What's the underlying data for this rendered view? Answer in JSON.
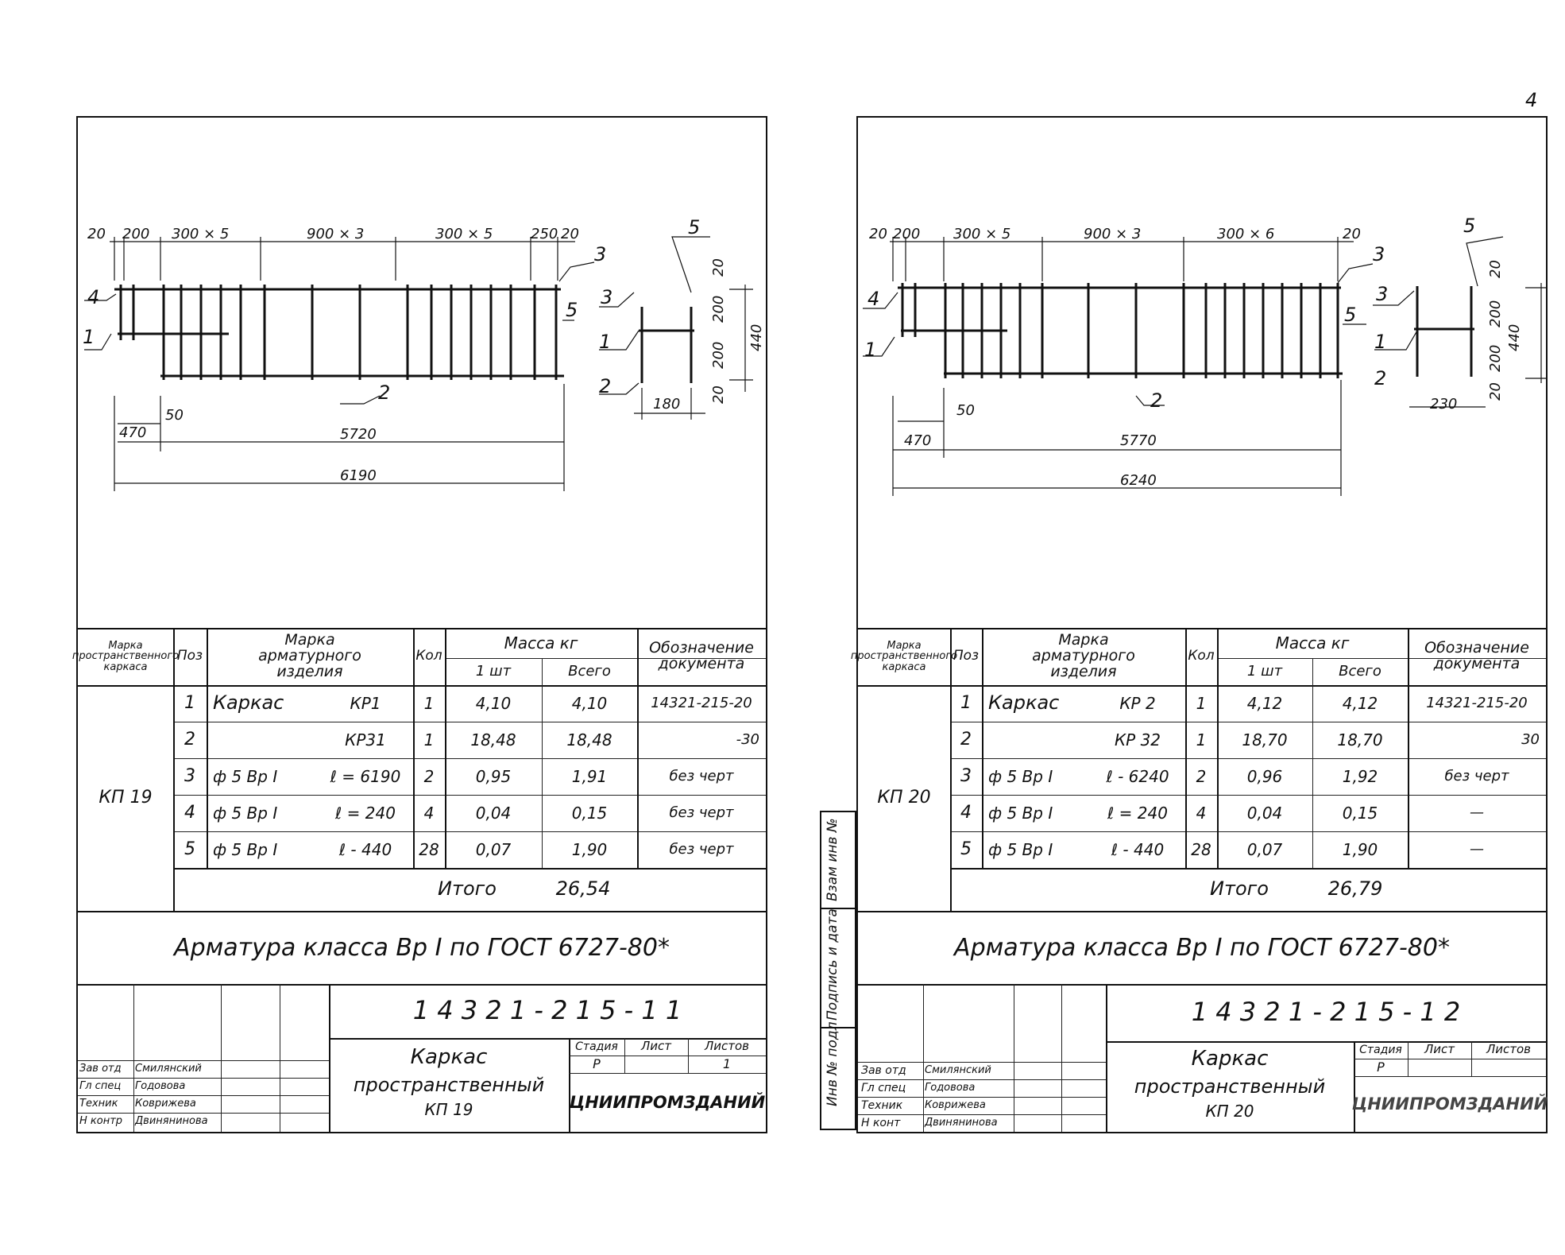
{
  "page_number": "4",
  "sheets": [
    {
      "id": "left",
      "drawing": {
        "dims_top": [
          "20",
          "200",
          "300 × 5",
          "900 × 3",
          "300 × 5",
          "250",
          "20"
        ],
        "dims_bottom": [
          "50",
          "470",
          "5720",
          "6190"
        ],
        "section_dims": [
          "20",
          "200",
          "200",
          "20",
          "440",
          "180"
        ],
        "callouts": [
          "1",
          "2",
          "3",
          "4",
          "5",
          "1",
          "2",
          "3",
          "5"
        ]
      },
      "spec": {
        "headers": {
          "mark": "Марка пространственного каркаса",
          "pos": "Поз",
          "item": "Марка арматурного изделия",
          "qty": "Кол",
          "mass": "Масса кг",
          "mass_unit": "1 шт",
          "mass_total": "Всего",
          "doc": "Обозначение документа"
        },
        "frame_mark": "КП 19",
        "rows": [
          {
            "pos": "1",
            "item": "Каркас",
            "item_mark": "КР1",
            "qty": "1",
            "unit": "4,10",
            "total": "4,10",
            "doc": "14321-215-20"
          },
          {
            "pos": "2",
            "item": "",
            "item_mark": "КР31",
            "qty": "1",
            "unit": "18,48",
            "total": "18,48",
            "doc": "-30"
          },
          {
            "pos": "3",
            "item": "ф 5 Вр I",
            "item_mark": "ℓ = 6190",
            "qty": "2",
            "unit": "0,95",
            "total": "1,91",
            "doc": "без черт"
          },
          {
            "pos": "4",
            "item": "ф 5 Вр I",
            "item_mark": "ℓ = 240",
            "qty": "4",
            "unit": "0,04",
            "total": "0,15",
            "doc": "без черт"
          },
          {
            "pos": "5",
            "item": "ф 5 Вр I",
            "item_mark": "ℓ - 440",
            "qty": "28",
            "unit": "0,07",
            "total": "1,90",
            "doc": "без черт"
          }
        ],
        "total_label": "Итого",
        "total_value": "26,54"
      },
      "note": "Арматура класса Вр I по ГОСТ 6727-80*",
      "title_block": {
        "code": "1 4 3 2 1 - 2 1 5 - 1 1",
        "title_line1": "Каркас",
        "title_line2": "пространственный",
        "title_line3": "КП 19",
        "stage_label": "Стадия",
        "sheet_label": "Лист",
        "sheets_label": "Листов",
        "stage": "Р",
        "sheets_count": "1",
        "org": "ЦНИИПРОМЗДАНИЙ",
        "staff": [
          {
            "role": "Зав отд",
            "name": "Смилянский"
          },
          {
            "role": "Гл спец",
            "name": "Годовова"
          },
          {
            "role": "Техник",
            "name": "Коврижева"
          },
          {
            "role": "Н контр",
            "name": "Двинянинова"
          }
        ]
      }
    },
    {
      "id": "right",
      "drawing": {
        "dims_top": [
          "20",
          "200",
          "300 × 5",
          "900 × 3",
          "300 × 6",
          "20"
        ],
        "dims_bottom": [
          "50",
          "470",
          "5770",
          "6240"
        ],
        "section_dims": [
          "20",
          "200",
          "200",
          "20",
          "440",
          "230"
        ],
        "callouts": [
          "1",
          "2",
          "3",
          "4",
          "5",
          "1",
          "2",
          "3",
          "5"
        ]
      },
      "spec": {
        "headers": {
          "mark": "Марка пространственного каркаса",
          "pos": "Поз",
          "item": "Марка арматурного изделия",
          "qty": "Кол",
          "mass": "Масса кг",
          "mass_unit": "1 шт",
          "mass_total": "Всего",
          "doc": "Обозначение документа"
        },
        "frame_mark": "КП 20",
        "rows": [
          {
            "pos": "1",
            "item": "Каркас",
            "item_mark": "КР 2",
            "qty": "1",
            "unit": "4,12",
            "total": "4,12",
            "doc": "14321-215-20"
          },
          {
            "pos": "2",
            "item": "",
            "item_mark": "КР 32",
            "qty": "1",
            "unit": "18,70",
            "total": "18,70",
            "doc": "30"
          },
          {
            "pos": "3",
            "item": "ф 5 Вр I",
            "item_mark": "ℓ - 6240",
            "qty": "2",
            "unit": "0,96",
            "total": "1,92",
            "doc": "без черт"
          },
          {
            "pos": "4",
            "item": "ф 5 Вр I",
            "item_mark": "ℓ = 240",
            "qty": "4",
            "unit": "0,04",
            "total": "0,15",
            "doc": "—"
          },
          {
            "pos": "5",
            "item": "ф 5 Вр I",
            "item_mark": "ℓ - 440",
            "qty": "28",
            "unit": "0,07",
            "total": "1,90",
            "doc": "—"
          }
        ],
        "total_label": "Итого",
        "total_value": "26,79"
      },
      "note": "Арматура класса Вр I по ГОСТ 6727-80*",
      "title_block": {
        "code": "1 4 3 2 1 - 2 1 5 - 1 2",
        "title_line1": "Каркас",
        "title_line2": "пространственный",
        "title_line3": "КП 20",
        "stage_label": "Стадия",
        "sheet_label": "Лист",
        "sheets_label": "Листов",
        "stage": "Р",
        "sheets_count": "",
        "org": "ЦНИИПРОМЗДАНИЙ",
        "staff": [
          {
            "role": "Зав отд",
            "name": "Смилянский"
          },
          {
            "role": "Гл спец",
            "name": "Годовова"
          },
          {
            "role": "Техник",
            "name": "Коврижева"
          },
          {
            "role": "Н конт",
            "name": "Двинянинова"
          }
        ]
      }
    }
  ],
  "side_stamp": [
    "Инв № подл",
    "Подпись и дата",
    "Взам инв №"
  ]
}
